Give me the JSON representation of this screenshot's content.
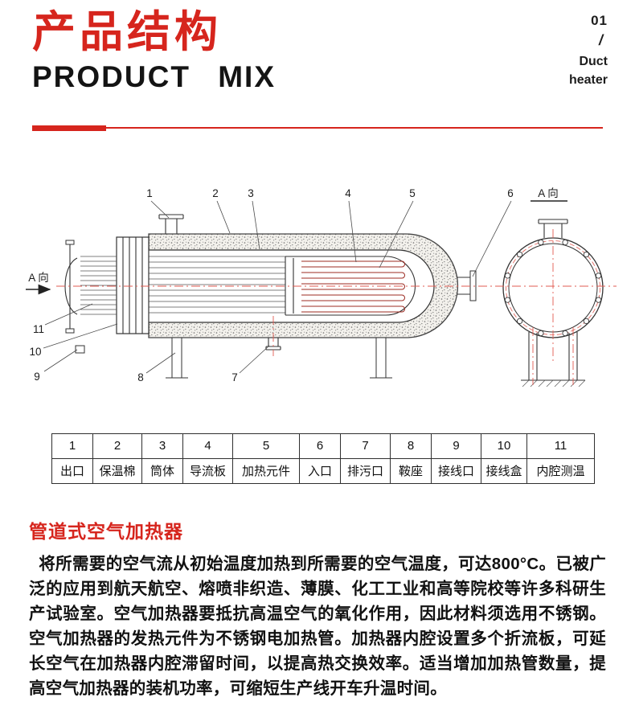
{
  "header": {
    "title_cn": "产品结构",
    "title_en": "PRODUCT MIX",
    "page_num": "01",
    "slash": "/",
    "category_line1": "Duct",
    "category_line2": "heater"
  },
  "diagram": {
    "view_label": "A 向",
    "callouts": [
      "1",
      "2",
      "3",
      "4",
      "5",
      "6",
      "7",
      "8",
      "9",
      "10",
      "11"
    ]
  },
  "table": {
    "numbers": [
      "1",
      "2",
      "3",
      "4",
      "5",
      "6",
      "7",
      "8",
      "9",
      "10",
      "11"
    ],
    "labels": [
      "出口",
      "保温棉",
      "筒体",
      "导流板",
      "加热元件",
      "入口",
      "排污口",
      "鞍座",
      "接线口",
      "接线盒",
      "内腔测温"
    ]
  },
  "content": {
    "heading": "管道式空气加热器",
    "body": "将所需要的空气流从初始温度加热到所需要的空气温度，可达800°C。已被广泛的应用到航天航空、熔喷非织造、薄膜、化工工业和高等院校等许多科研生产试验室。空气加热器要抵抗高温空气的氧化作用，因此材料须选用不锈钢。空气加热器的发热元件为不锈钢电加热管。加热器内腔设置多个折流板，可延长空气在加热器内腔滞留时间，以提高热交换效率。适当增加加热管数量，提高空气加热器的装机功率，可缩短生产线开车升温时间。"
  },
  "colors": {
    "accent_red": "#d6251d",
    "drawing_red": "#e25b52"
  }
}
